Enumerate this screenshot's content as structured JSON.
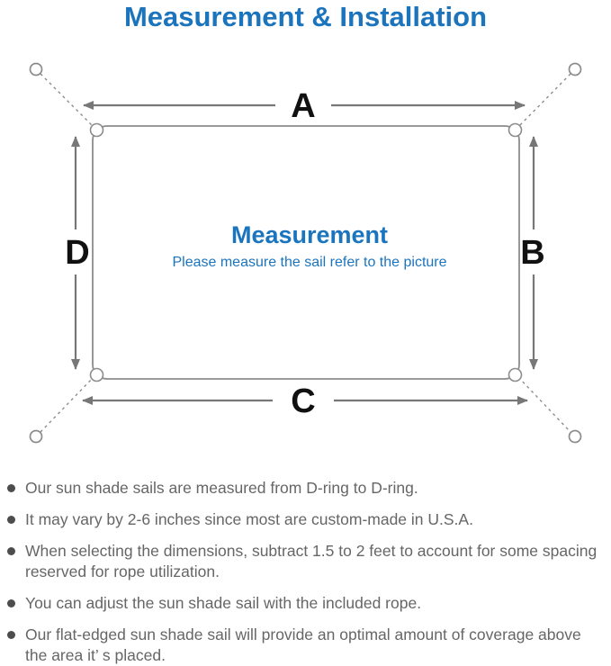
{
  "title": "Measurement & Installation",
  "colors": {
    "title_blue": "#1B74BC",
    "center_blue": "#1B75BE",
    "text_gray": "#666666",
    "dot_gray": "#4D4D4D",
    "line_gray": "#8C8C8C",
    "arrow_gray": "#777777",
    "label_black": "#111111"
  },
  "diagram": {
    "label_a": "A",
    "label_b": "B",
    "label_c": "C",
    "label_d": "D",
    "center_title": "Measurement",
    "center_subtitle": "Please measure the sail refer to the picture"
  },
  "notes": [
    {
      "text": "Our sun shade sails are measured from D-ring to D-ring."
    },
    {
      "text": "It may vary by 2-6 inches since most are custom-made in U.S.A."
    },
    {
      "text": "When selecting the dimensions, subtract 1.5 to 2 feet to account for some spacing\nreserved for rope utilization."
    },
    {
      "text": "You can adjust the sun shade sail with the included rope."
    },
    {
      "text": "Our flat-edged sun shade sail will provide an optimal amount of coverage above\nthe area it’ s placed."
    }
  ]
}
